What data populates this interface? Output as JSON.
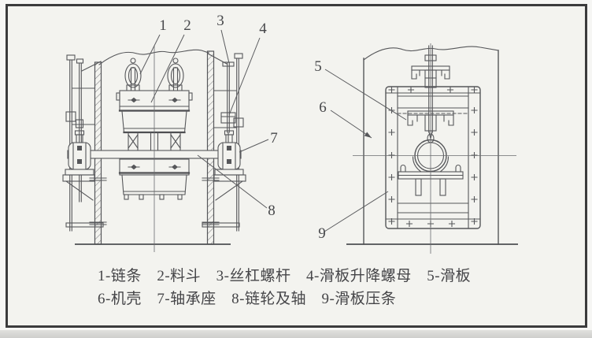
{
  "colors": {
    "ink": "#56575a",
    "background": "#f3f3ef",
    "border": "#3b3b3c",
    "text": "#454548"
  },
  "callouts": [
    {
      "number": "1",
      "part": "链条"
    },
    {
      "number": "2",
      "part": "料斗"
    },
    {
      "number": "3",
      "part": "丝杠螺杆"
    },
    {
      "number": "4",
      "part": "滑板升降螺母"
    },
    {
      "number": "5",
      "part": "滑板"
    },
    {
      "number": "6",
      "part": "机壳"
    },
    {
      "number": "7",
      "part": "轴承座"
    },
    {
      "number": "8",
      "part": "链轮及轴"
    },
    {
      "number": "9",
      "part": "滑板压条"
    }
  ],
  "legend": {
    "line1": "1-链条　2-料斗　3-丝杠螺杆　4-滑板升降螺母　5-滑板",
    "line2": "6-机壳　7-轴承座　8-链轮及轴　9-滑板压条"
  }
}
